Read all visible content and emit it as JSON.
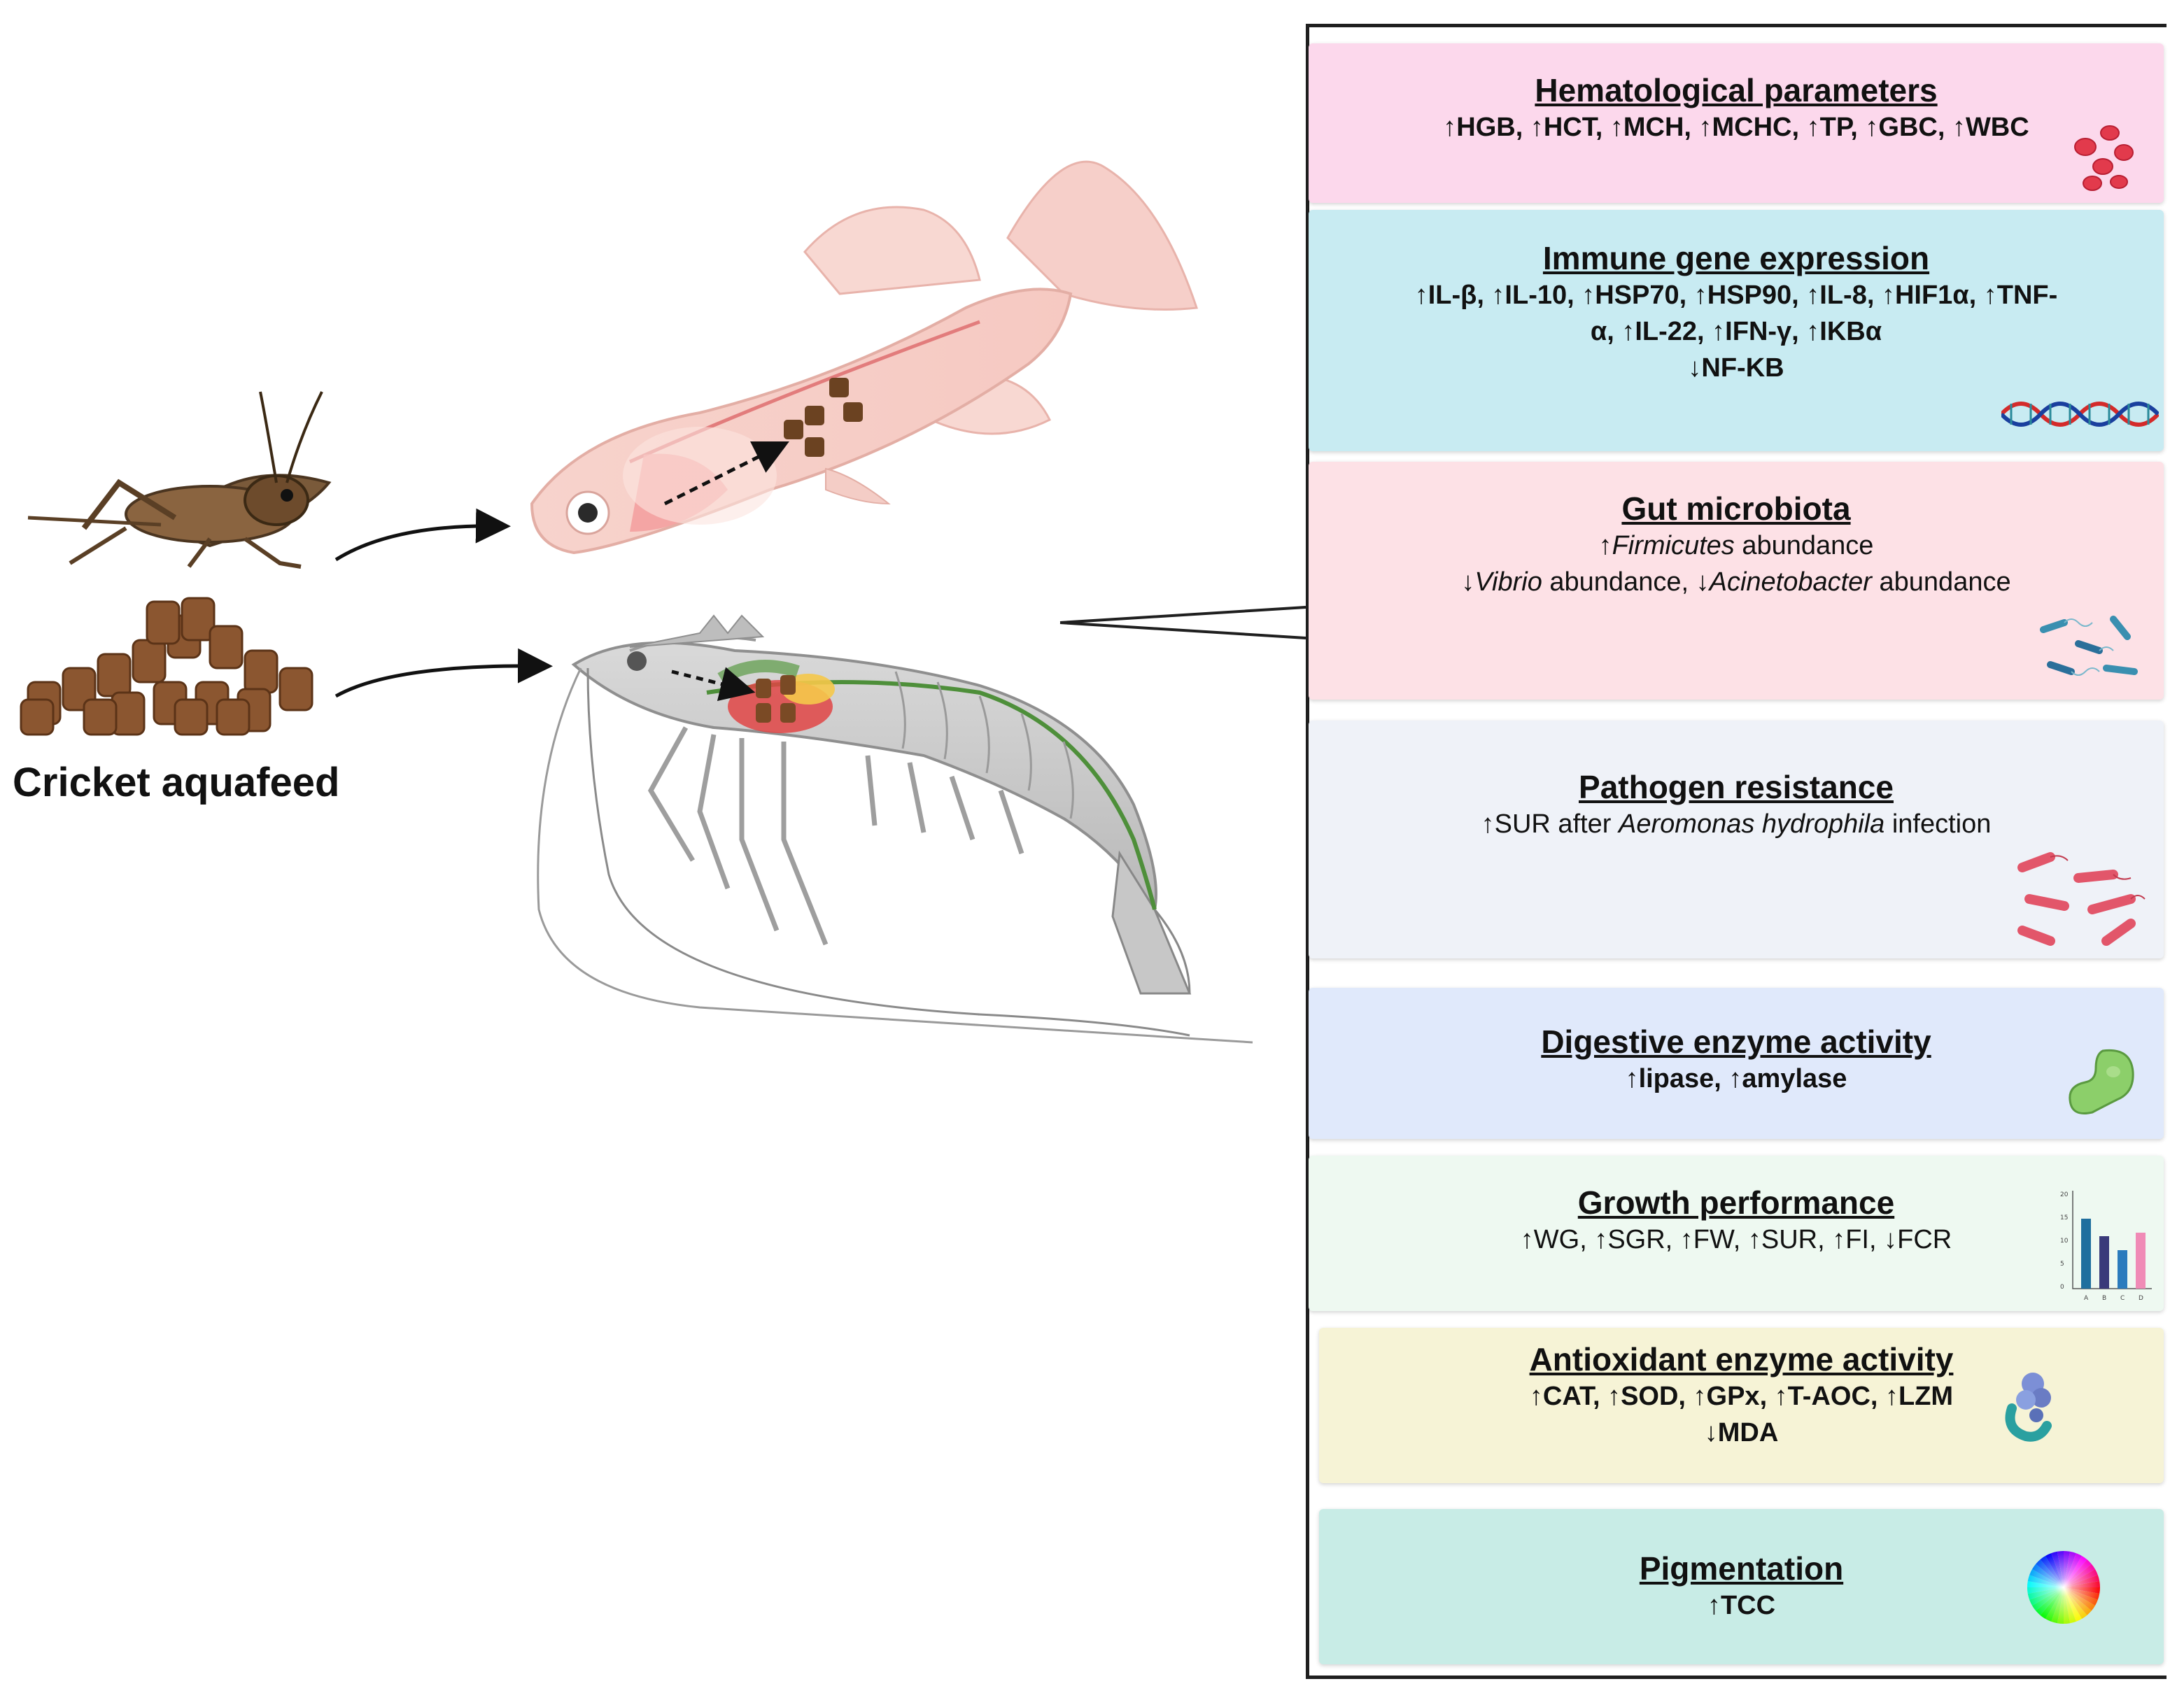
{
  "caption": "Cricket aquafeed",
  "panels": [
    {
      "title": "Hematological parameters",
      "lines": [
        "↑HGB, ↑HCT, ↑MCH, ↑MCHC, ↑TP, ↑GBC, ↑WBC"
      ],
      "bg": "#fcd8ec",
      "icon": "red-blood-cells-icon"
    },
    {
      "title": "Immune gene expression",
      "lines": [
        "↑IL-β, ↑IL-10, ↑HSP70, ↑HSP90, ↑IL-8, ↑HIF1α, ↑TNF-",
        "α, ↑IL-22, ↑IFN-γ, ↑IKBα",
        "↓NF-KB"
      ],
      "bg": "#c8ebf2",
      "icon": "dna-helix-icon"
    },
    {
      "title": "Gut microbiota",
      "line1_a": "↑",
      "line1_b": "Firmicutes",
      "line1_c": " abundance",
      "line2_a": "↓",
      "line2_b": "Vibrio",
      "line2_c": " abundance, ↓",
      "line2_d": "Acinetobacter",
      "line2_e": " abundance",
      "bg": "#fde1e6",
      "icon": "bacteria-icon"
    },
    {
      "title": "Pathogen resistance",
      "line1_a": "↑SUR after ",
      "line1_b": "Aeromonas hydrophila",
      "line1_c": " infection",
      "bg": "#eff2f8",
      "icon": "pathogen-bacteria-icon"
    },
    {
      "title": "Digestive enzyme activity",
      "lines": [
        "↑lipase, ↑amylase"
      ],
      "bg": "#e0e9fb",
      "icon": "enzyme-icon"
    },
    {
      "title": "Growth performance",
      "lines": [
        "↑WG,  ↑SGR,  ↑FW,  ↑SUR,  ↑FI,  ↓FCR"
      ],
      "bg": "#eef9f1",
      "icon": "bar-chart-icon"
    },
    {
      "title": "Antioxidant enzyme activity",
      "lines": [
        "↑CAT, ↑SOD, ↑GPx, ↑T-AOC, ↑LZM",
        "↓MDA"
      ],
      "bg": "#f6f3d6",
      "icon": "protein-icon"
    },
    {
      "title": "Pigmentation",
      "lines": [
        "↑TCC"
      ],
      "bg": "#c8ece6",
      "icon": "color-wheel-icon"
    }
  ],
  "mini_chart": {
    "ticks": [
      "20",
      "15",
      "10",
      "5",
      "0"
    ],
    "categories": [
      "A",
      "B",
      "C",
      "D"
    ],
    "colors": [
      "#1f6f9e",
      "#3a3a7a",
      "#2a7bbd",
      "#f08bb6"
    ]
  }
}
